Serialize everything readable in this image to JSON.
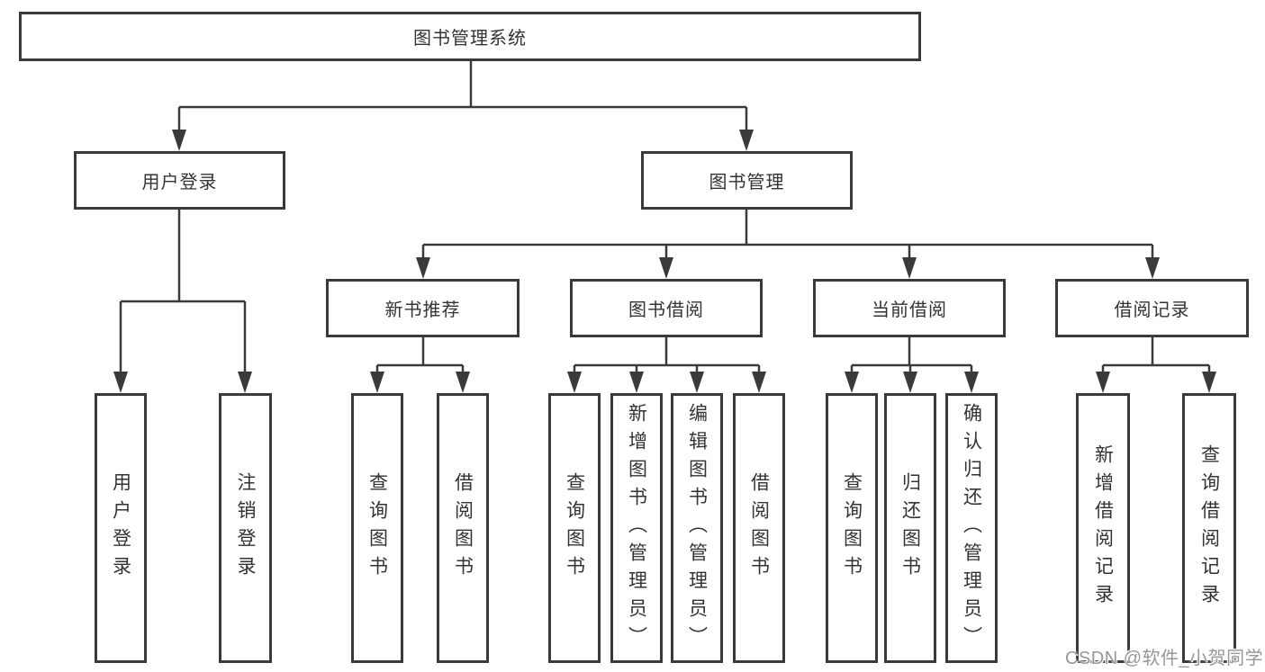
{
  "diagram": {
    "root": "图书管理系统",
    "user_login": {
      "label": "用户登录",
      "children": [
        "用户登录",
        "注销登录"
      ]
    },
    "book_management": {
      "label": "图书管理",
      "modules": [
        {
          "label": "新书推荐",
          "children": [
            "查询图书",
            "借阅图书"
          ]
        },
        {
          "label": "图书借阅",
          "children": [
            "查询图书",
            "新增图书（管理员）",
            "编辑图书（管理员）",
            "借阅图书"
          ]
        },
        {
          "label": "当前借阅",
          "children": [
            "查询图书",
            "归还图书",
            "确认归还（管理员）"
          ]
        },
        {
          "label": "借阅记录",
          "children": [
            "新增借阅记录",
            "查询借阅记录"
          ]
        }
      ]
    }
  },
  "watermark": "CSDN @软件_小贺同学",
  "colors": {
    "line": "#3a3a3a",
    "text": "#333333",
    "watermark": "#96979b",
    "background": "#ffffff"
  }
}
